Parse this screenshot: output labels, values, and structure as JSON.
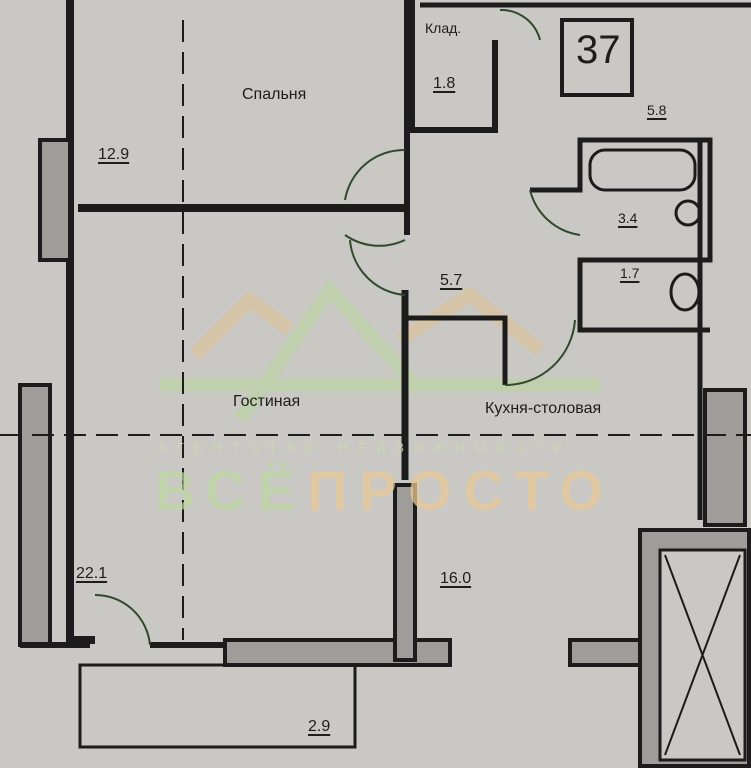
{
  "plan": {
    "apartment_number": "37",
    "rooms": [
      {
        "name": "Спальня",
        "area": "12.9"
      },
      {
        "name": "Клад.",
        "area": "1.8"
      },
      {
        "name": "Гостиная",
        "area": "22.1"
      },
      {
        "name": "Кухня-столовая",
        "area": "16.0"
      },
      {
        "name": "",
        "area": "5.8"
      },
      {
        "name": "",
        "area": "3.4"
      },
      {
        "name": "",
        "area": "1.7"
      },
      {
        "name": "",
        "area": "5.7"
      },
      {
        "name": "",
        "area": "2.9"
      }
    ]
  },
  "watermark": {
    "brand_part1": "ВСЁ",
    "brand_part2": "ПРОСТО",
    "tagline": "АГЕНТСТВО НЕДВИЖИМОСТИ"
  },
  "colors": {
    "wall": "#1c1c1c",
    "paper": "#c9c8c5",
    "door_arc": "#2f4a2a"
  }
}
